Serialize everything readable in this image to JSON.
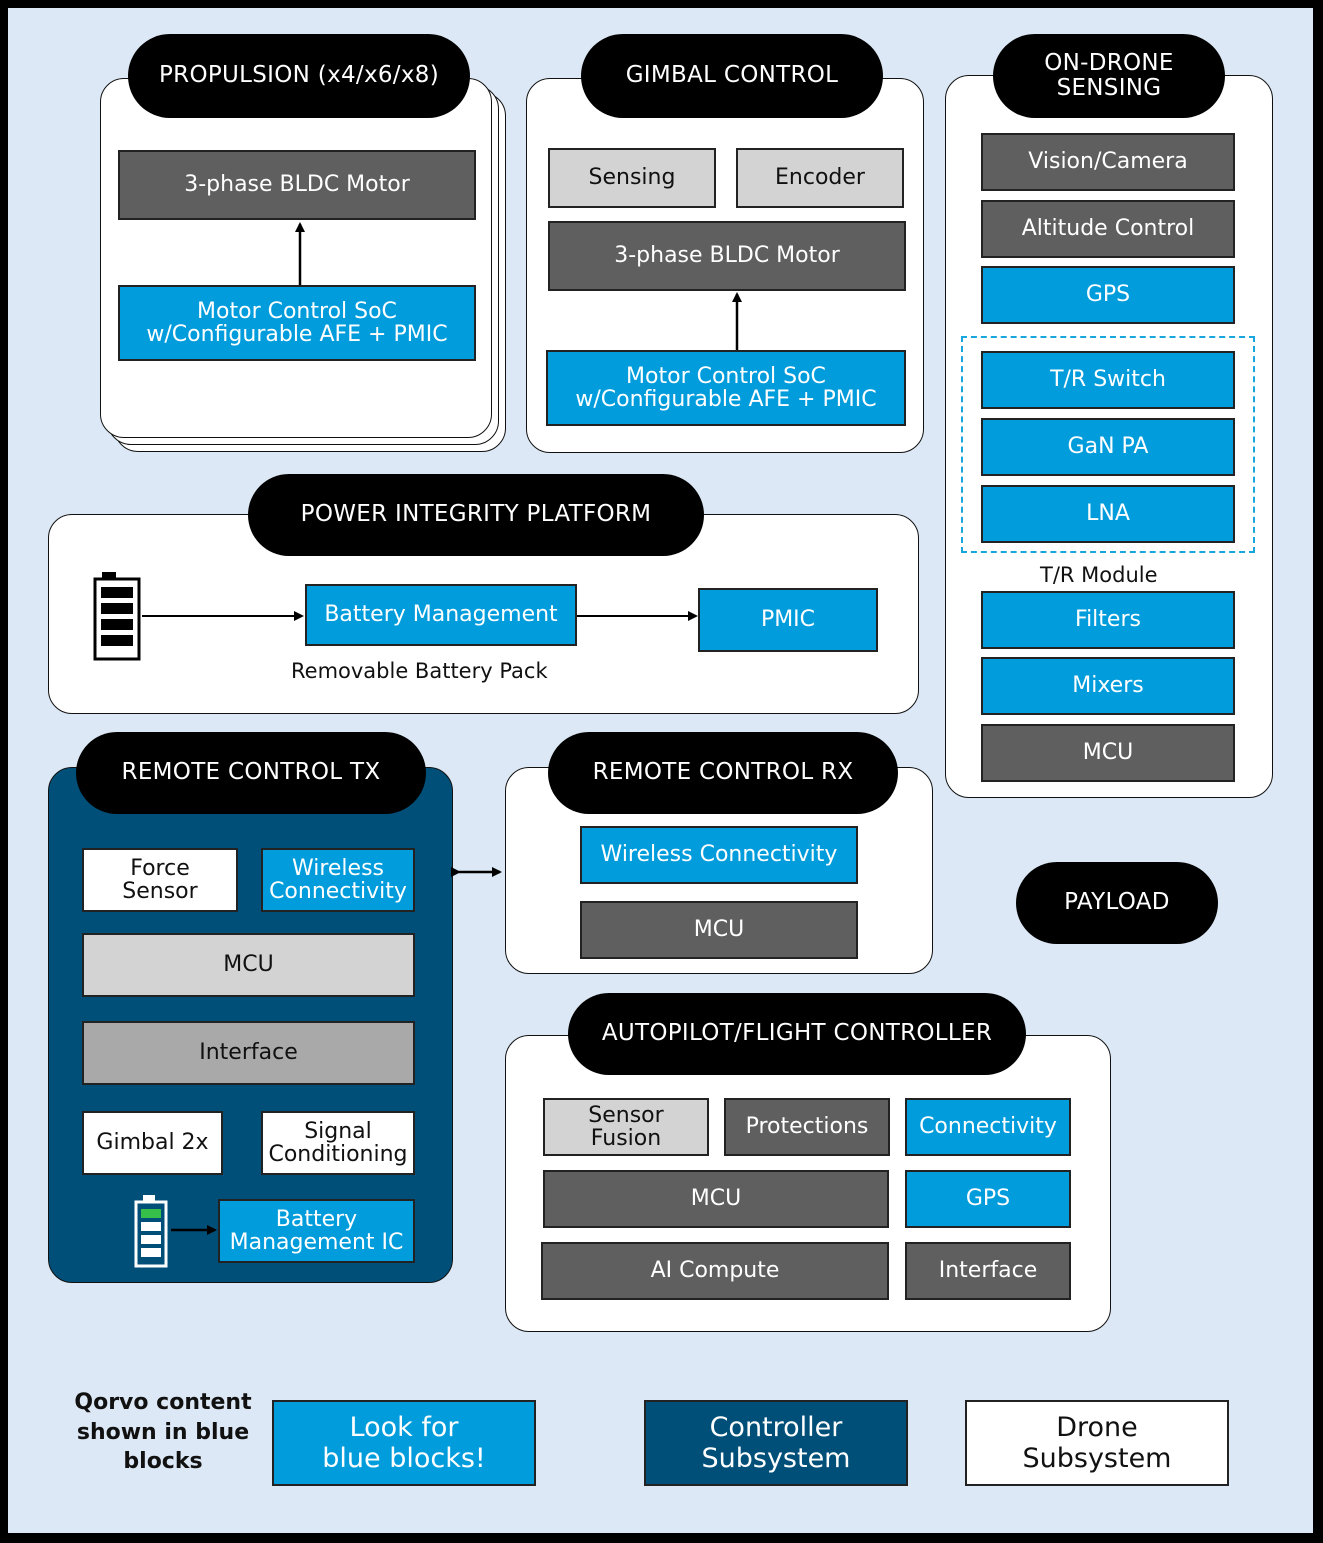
{
  "colors": {
    "qorvo_blue": "#009cdc",
    "controller_navy": "#004f78",
    "background": "#dce8f5",
    "dark_gray": "#5f5f5f",
    "light_gray": "#d3d3d3"
  },
  "propulsion": {
    "title": "PROPULSION (x4/x6/x8)",
    "motor": "3-phase BLDC Motor",
    "soc": "Motor Control SoC\nw/Configurable AFE + PMIC"
  },
  "gimbal": {
    "title": "GIMBAL CONTROL",
    "sensing": "Sensing",
    "encoder": "Encoder",
    "motor": "3-phase BLDC Motor",
    "soc": "Motor Control SoC\nw/Configurable AFE + PMIC"
  },
  "sensing": {
    "title": "ON-DRONE\nSENSING",
    "items": [
      "Vision/Camera",
      "Altitude Control",
      "GPS",
      "T/R Switch",
      "GaN PA",
      "LNA",
      "Filters",
      "Mixers",
      "MCU"
    ],
    "module_label": "T/R Module"
  },
  "power": {
    "title": "POWER INTEGRITY PLATFORM",
    "battery_mgmt": "Battery Management",
    "pmic": "PMIC",
    "battery_label": "Removable Battery Pack"
  },
  "rctx": {
    "title": "REMOTE CONTROL TX",
    "force": "Force\nSensor",
    "wireless": "Wireless\nConnectivity",
    "mcu": "MCU",
    "interface": "Interface",
    "gimbal": "Gimbal 2x",
    "signal": "Signal\nConditioning",
    "bmic": "Battery\nManagement IC"
  },
  "rcrx": {
    "title": "REMOTE CONTROL RX",
    "wireless": "Wireless Connectivity",
    "mcu": "MCU"
  },
  "payload": {
    "title": "PAYLOAD"
  },
  "autopilot": {
    "title": "AUTOPILOT/FLIGHT CONTROLLER",
    "sensor_fusion": "Sensor\nFusion",
    "protections": "Protections",
    "connectivity": "Connectivity",
    "mcu": "MCU",
    "gps": "GPS",
    "ai": "AI Compute",
    "interface": "Interface"
  },
  "legend": {
    "note": "Qorvo content\nshown in blue\nblocks",
    "blue": "Look for\nblue blocks!",
    "controller": "Controller\nSubsystem",
    "drone": "Drone\nSubsystem"
  }
}
